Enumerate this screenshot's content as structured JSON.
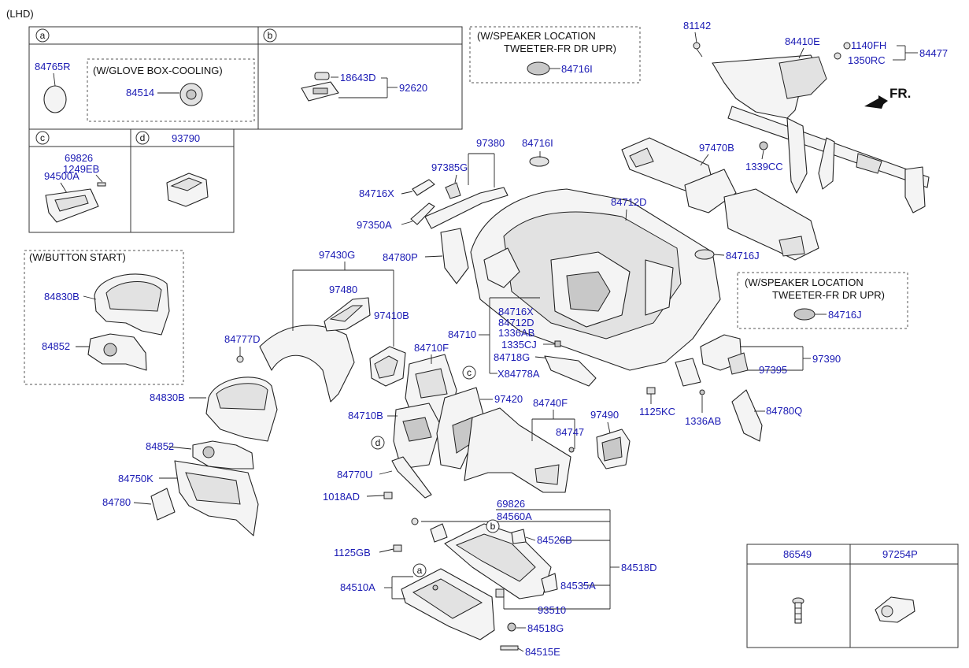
{
  "header": {
    "lhd": "(LHD)",
    "front_marker": "FR."
  },
  "insets": {
    "a": {
      "tag": "a",
      "part_84765R": "84765R",
      "note": "(W/GLOVE BOX-COOLING)",
      "part_84514": "84514"
    },
    "b": {
      "tag": "b",
      "part_18643D": "18643D",
      "part_92620": "92620"
    },
    "c": {
      "tag": "c",
      "part_69826": "69826",
      "part_1249EB": "1249EB",
      "part_94500A": "94500A"
    },
    "d": {
      "tag": "d",
      "part_93790": "93790"
    },
    "speaker_top": {
      "line1": "(W/SPEAKER LOCATION",
      "line2": "TWEETER-FR DR UPR)",
      "part": "84716I"
    },
    "speaker_right": {
      "line1": "(W/SPEAKER LOCATION",
      "line2": "TWEETER-FR DR UPR)",
      "part": "84716J"
    },
    "button_start": {
      "note": "(W/BUTTON START)",
      "part_84830B": "84830B",
      "part_84852": "84852"
    },
    "fasteners": {
      "part_86549": "86549",
      "part_97254P": "97254P"
    }
  },
  "callouts": {
    "c": "c",
    "d": "d",
    "b": "b",
    "a": "a"
  },
  "labels": {
    "p81142": "81142",
    "p84410E": "84410E",
    "p1140FH": "1140FH",
    "p84477": "84477",
    "p1350RC": "1350RC",
    "p97470B": "97470B",
    "p1339CC": "1339CC",
    "p97380": "97380",
    "p84716I": "84716I",
    "p97385G": "97385G",
    "p84716X_top": "84716X",
    "p84712D_top": "84712D",
    "p97350A": "97350A",
    "p84716J": "84716J",
    "p84780P": "84780P",
    "p97430G": "97430G",
    "p97480": "97480",
    "p97410B": "97410B",
    "p84716X": "84716X",
    "p84712D": "84712D",
    "p84710": "84710",
    "p1336AB": "1336AB",
    "p1335CJ": "1335CJ",
    "p84718G": "84718G",
    "pX84778A": "X84778A",
    "p97390": "97390",
    "p97395": "97395",
    "p84777D": "84777D",
    "p84710F": "84710F",
    "p84830B": "84830B",
    "p97420": "97420",
    "p84740F": "84740F",
    "p97490": "97490",
    "p1125KC": "1125KC",
    "p1336AB_b": "1336AB",
    "p84780Q": "84780Q",
    "p84710B": "84710B",
    "p84747": "84747",
    "p84852": "84852",
    "p84750K": "84750K",
    "p84770U": "84770U",
    "p84780": "84780",
    "p1018AD": "1018AD",
    "p69826": "69826",
    "p84560A": "84560A",
    "p84526B": "84526B",
    "p1125GB": "1125GB",
    "p84518D": "84518D",
    "p84510A": "84510A",
    "p84535A": "84535A",
    "p93510": "93510",
    "p84518G": "84518G",
    "p84515E": "84515E"
  }
}
